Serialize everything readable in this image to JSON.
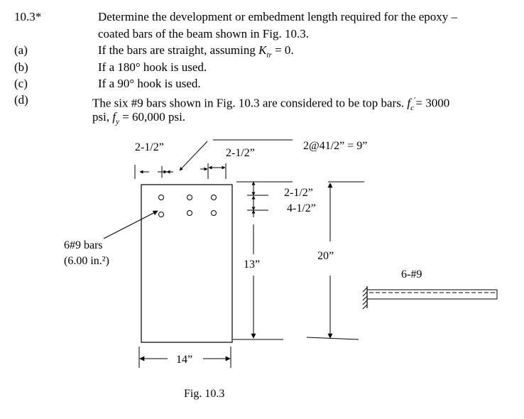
{
  "problem": {
    "number": "10.3*",
    "statement_line1": "Determine the development or embedment length required for the epoxy –",
    "statement_line2": "coated bars of the beam shown in Fig. 10.3.",
    "parts": [
      {
        "label": "(a)",
        "pre": "If the bars are straight, assuming ",
        "sym": "K",
        "sub": "tr",
        "post": " = 0."
      },
      {
        "label": "(b)",
        "text": "If a 180° hook is used."
      },
      {
        "label": "(c)",
        "text": "If a 90° hook is used."
      },
      {
        "label": "(d)",
        "text_a": "The six #9 bars shown in Fig. 10.3 are considered to be top bars. ",
        "fc": "f",
        "fc_sub": "c",
        "fc_prime": "′",
        "text_b": "= 3000",
        "line2_a": "psi, ",
        "fy": "f",
        "fy_sub": "y",
        "line2_b": " = 60,000 psi."
      }
    ]
  },
  "figure": {
    "dim_top_left": "2-1/2”",
    "dim_top_mid": "2-1/2”",
    "dim_top_right": "2@41/2” = 9”",
    "dim_right_1": "2-1/2”",
    "dim_right_2": "4-1/2”",
    "dim_13": "13”",
    "dim_20": "20”",
    "dim_width": "14”",
    "bars_label_1": "6#9 bars",
    "bars_label_2": "(6.00 in.²)",
    "elev_label": "6-#9",
    "caption": "Fig. 10.3"
  }
}
